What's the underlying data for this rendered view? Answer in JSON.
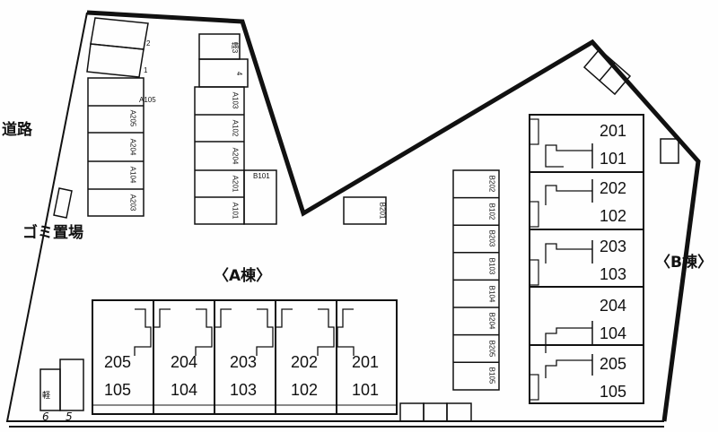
{
  "labels": {
    "road": "道路",
    "garbage": "ゴミ置場",
    "building_a": "〈A棟〉",
    "building_b": "〈B棟〉"
  },
  "parking_left_top": [
    "2",
    "1"
  ],
  "parking_left": [
    "A105",
    "A205",
    "A204",
    "A104",
    "A203"
  ],
  "parking_mid_top": [
    "軽3",
    "4"
  ],
  "parking_mid": [
    "A103",
    "A102",
    "A204",
    "A201",
    "A101"
  ],
  "parking_b101": "B101",
  "parking_b201": "B201",
  "parking_b_column": [
    "B202",
    "B102",
    "B203",
    "B103",
    "B104",
    "B204",
    "B205",
    "B105"
  ],
  "parking_bottom_left": [
    "6",
    "5",
    "軽"
  ],
  "building_a_units": [
    {
      "upper": "205",
      "lower": "105"
    },
    {
      "upper": "204",
      "lower": "104"
    },
    {
      "upper": "203",
      "lower": "103"
    },
    {
      "upper": "202",
      "lower": "102"
    },
    {
      "upper": "201",
      "lower": "101"
    }
  ],
  "building_b_units": [
    {
      "upper": "201",
      "lower": "101"
    },
    {
      "upper": "202",
      "lower": "102"
    },
    {
      "upper": "203",
      "lower": "103"
    },
    {
      "upper": "204",
      "lower": "104"
    },
    {
      "upper": "205",
      "lower": "105"
    }
  ]
}
